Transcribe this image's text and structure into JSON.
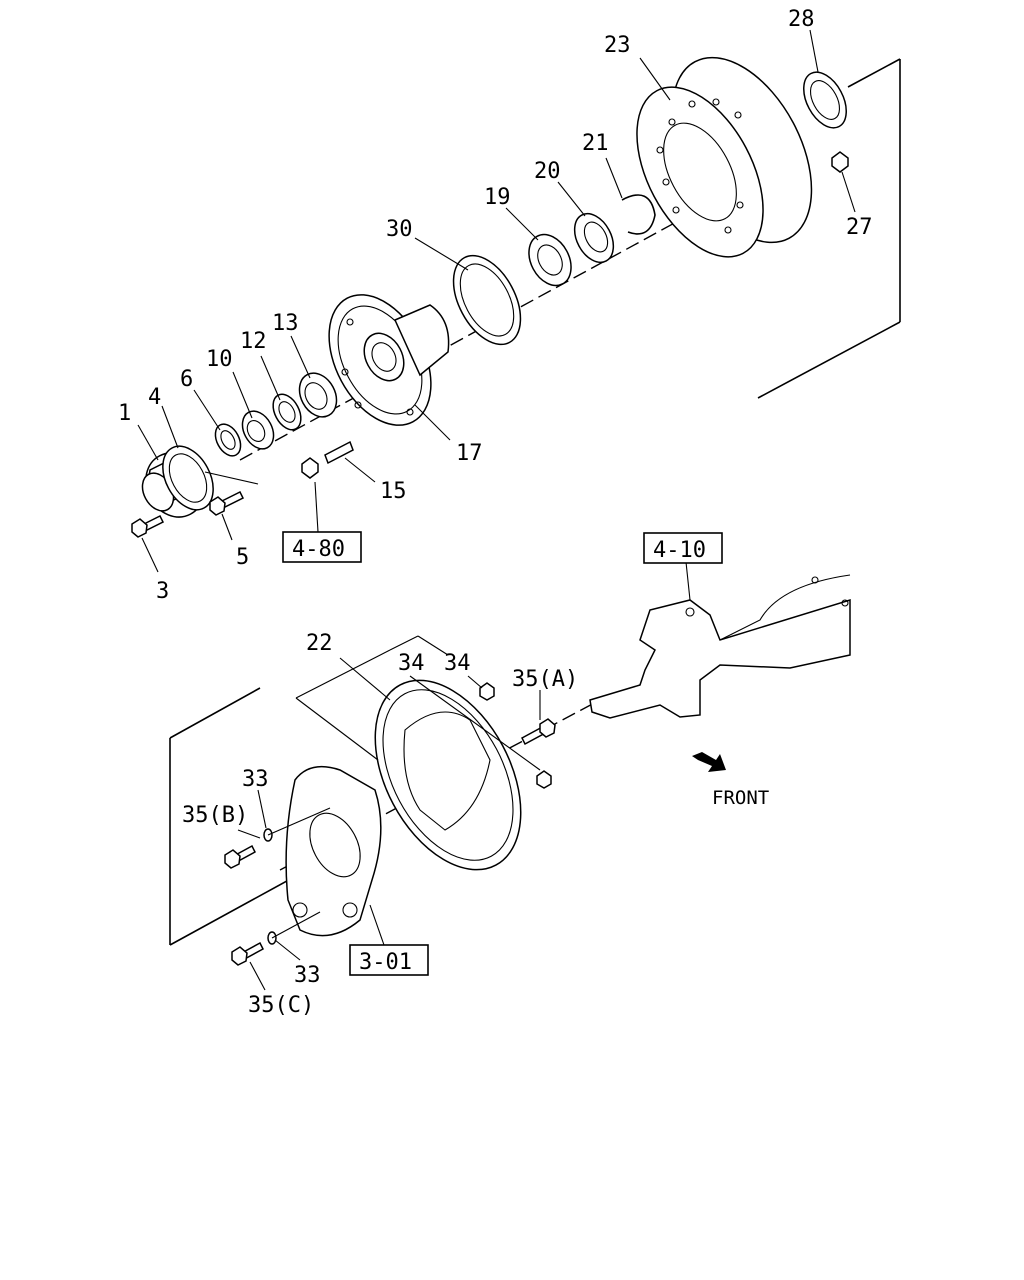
{
  "diagram": {
    "callouts": [
      {
        "id": "c1",
        "text": "1"
      },
      {
        "id": "c3",
        "text": "3"
      },
      {
        "id": "c4",
        "text": "4"
      },
      {
        "id": "c5",
        "text": "5"
      },
      {
        "id": "c6",
        "text": "6"
      },
      {
        "id": "c10",
        "text": "10"
      },
      {
        "id": "c12",
        "text": "12"
      },
      {
        "id": "c13",
        "text": "13"
      },
      {
        "id": "c15",
        "text": "15"
      },
      {
        "id": "c17",
        "text": "17"
      },
      {
        "id": "c19",
        "text": "19"
      },
      {
        "id": "c20",
        "text": "20"
      },
      {
        "id": "c21",
        "text": "21"
      },
      {
        "id": "c22",
        "text": "22"
      },
      {
        "id": "c23",
        "text": "23"
      },
      {
        "id": "c27",
        "text": "27"
      },
      {
        "id": "c28",
        "text": "28"
      },
      {
        "id": "c30",
        "text": "30"
      },
      {
        "id": "c33a",
        "text": "33"
      },
      {
        "id": "c33b",
        "text": "33"
      },
      {
        "id": "c34a",
        "text": "34"
      },
      {
        "id": "c34b",
        "text": "34"
      },
      {
        "id": "c35a",
        "text": "35(A)"
      },
      {
        "id": "c35b",
        "text": "35(B)"
      },
      {
        "id": "c35c",
        "text": "35(C)"
      }
    ],
    "references": [
      {
        "id": "r480",
        "text": "4-80"
      },
      {
        "id": "r410",
        "text": "4-10"
      },
      {
        "id": "r301",
        "text": "3-01"
      }
    ],
    "direction_label": "FRONT"
  }
}
